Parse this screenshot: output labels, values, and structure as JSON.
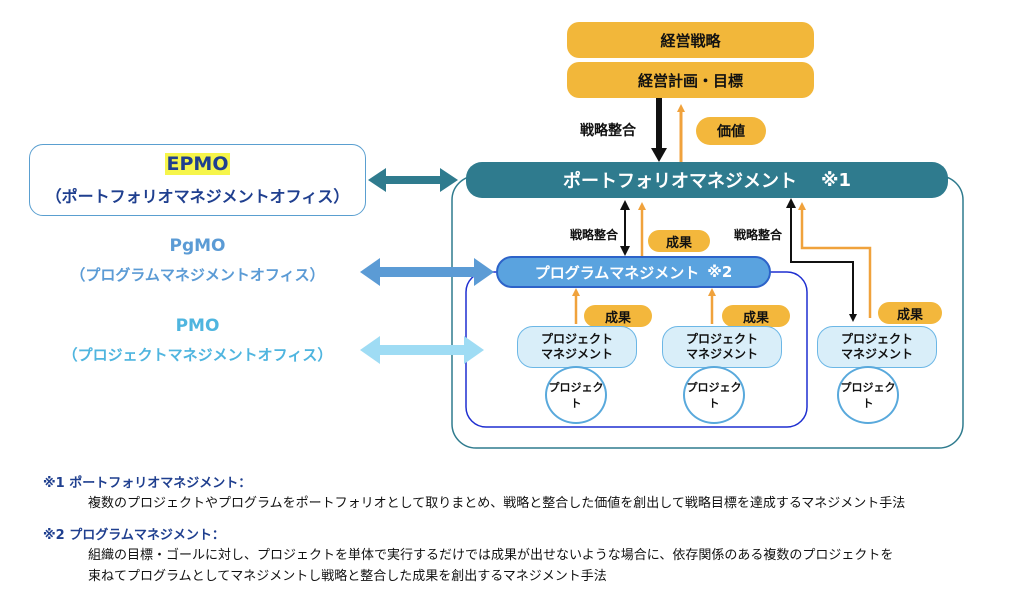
{
  "top": {
    "strategy": "経営戦略",
    "plan": "経営計画・目標"
  },
  "top_link": {
    "alignment": "戦略整合",
    "value": "価値"
  },
  "portfolio_bar": {
    "label": "ポートフォリオマネジメント",
    "mark": "※1"
  },
  "program_bar": {
    "label": "プログラムマネジメント",
    "mark": "※2"
  },
  "labels": {
    "alignment": "戦略整合",
    "result": "成果"
  },
  "pm_box": {
    "line1": "プロジェクト",
    "line2": "マネジメント"
  },
  "project_label": "プロジェクト",
  "left": {
    "epmo": {
      "abbr": "EPMO",
      "full": "（ポートフォリオマネジメントオフィス）"
    },
    "pgmo": {
      "abbr": "PgMO",
      "full": "（プログラムマネジメントオフィス）"
    },
    "pmo": {
      "abbr": "PMO",
      "full": "（プロジェクトマネジメントオフィス）"
    }
  },
  "notes": {
    "n1_head": "※1 ポートフォリオマネジメント：",
    "n1_body": "複数のプロジェクトやプログラムをポートフォリオとして取りまとめ、戦略と整合した価値を創出して戦略目標を達成するマネジメント手法",
    "n2_head": "※2 プログラムマネジメント：",
    "n2_body1": "組織の目標・ゴールに対し、プロジェクトを単体で実行するだけでは成果が出せないような場合に、依存関係のある複数のプロジェクトを",
    "n2_body2": "束ねてプログラムとしてマネジメントし戦略と整合した成果を創出するマネジメント手法"
  },
  "colors": {
    "gold": "#f2b73a",
    "portfolio": "#2f7b8e",
    "program": "#5aa3df",
    "pgmo_text": "#5b9bd5",
    "pmo_text": "#4fb5df",
    "arrow_orange": "#f0a23c",
    "note_head": "#1f3f8f"
  }
}
